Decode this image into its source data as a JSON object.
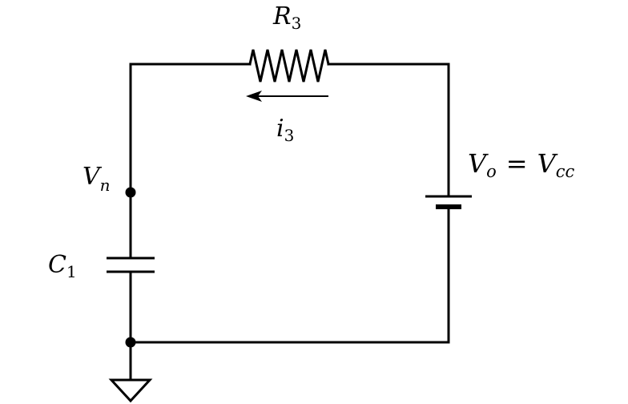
{
  "labels": {
    "resistor": {
      "main": "R",
      "sub": "3"
    },
    "current": {
      "main": "i",
      "sub": "3"
    },
    "source": {
      "lhs_main": "V",
      "lhs_sub": "o",
      "eq": "=",
      "rhs_main": "V",
      "rhs_sub": "cc"
    },
    "node": {
      "main": "V",
      "sub": "n"
    },
    "capacitor": {
      "main": "C",
      "sub": "1"
    }
  },
  "colors": {
    "stroke": "#000000",
    "background": "#ffffff"
  }
}
